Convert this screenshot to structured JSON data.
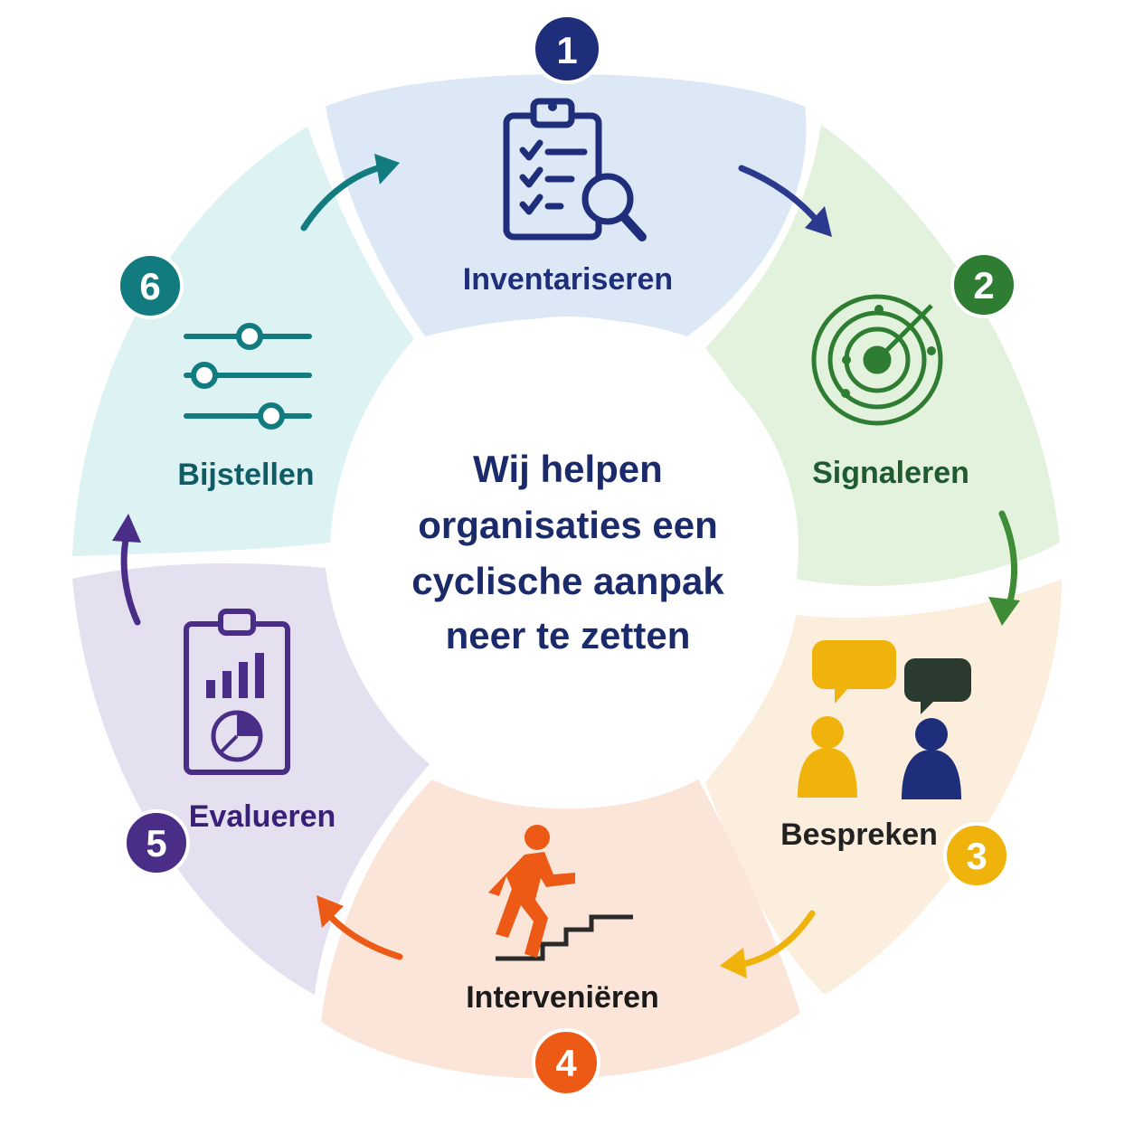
{
  "center": {
    "lines": [
      "Wij helpen",
      "organisaties een",
      "cyclische aanpak",
      "neer te zetten"
    ]
  },
  "steps": [
    {
      "number": "1",
      "label": "Inventariseren",
      "icon": "clipboard-checklist-magnifier-icon",
      "color": "#1f2e7a",
      "fill": "#dde8f6"
    },
    {
      "number": "2",
      "label": "Signaleren",
      "icon": "radar-icon",
      "color": "#2f7d32",
      "fill": "#e2f2dc"
    },
    {
      "number": "3",
      "label": "Bespreken",
      "icon": "people-speech-bubbles-icon",
      "color": "#efb30c",
      "fill": "#fbeedc"
    },
    {
      "number": "4",
      "label": "Interveniëren",
      "icon": "person-climbing-stairs-icon",
      "color": "#ec5a15",
      "fill": "#fbe5d8"
    },
    {
      "number": "5",
      "label": "Evalueren",
      "icon": "clipboard-chart-icon",
      "color": "#4a2d86",
      "fill": "#e4e0f0"
    },
    {
      "number": "6",
      "label": "Bijstellen",
      "icon": "sliders-icon",
      "color": "#117b80",
      "fill": "#ddf2f2"
    }
  ],
  "colors": {
    "label_text": "#1b2a5e",
    "evalueren_text": "#3a1f78",
    "bijstellen_text": "#0f5c66",
    "signaleren_text": "#1f5a30",
    "bespreken_text": "#222222",
    "interveni_text": "#1b1b1b"
  }
}
